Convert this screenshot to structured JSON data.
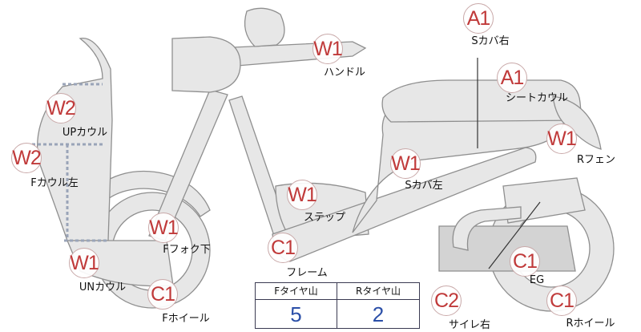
{
  "parts": [
    {
      "key": "s_cover_right",
      "code": "A1",
      "name": "Sカバ右"
    },
    {
      "key": "handle",
      "code": "W1",
      "name": "ハンドル"
    },
    {
      "key": "seat_cowl",
      "code": "A1",
      "name": "シートカウル"
    },
    {
      "key": "up_cowl",
      "code": "W2",
      "name": "UPカウル"
    },
    {
      "key": "r_fender",
      "code": "W1",
      "name": "Rフェン"
    },
    {
      "key": "f_cowl_left",
      "code": "W2",
      "name": "Fカウル左"
    },
    {
      "key": "s_cover_left",
      "code": "W1",
      "name": "Sカバ左"
    },
    {
      "key": "step",
      "code": "W1",
      "name": "ステップ"
    },
    {
      "key": "f_fork_lower",
      "code": "W1",
      "name": "Fフォク下"
    },
    {
      "key": "frame",
      "code": "C1",
      "name": "フレーム"
    },
    {
      "key": "un_cowl",
      "code": "W1",
      "name": "UNカウル"
    },
    {
      "key": "engine",
      "code": "C1",
      "name": "EG"
    },
    {
      "key": "f_wheel",
      "code": "C1",
      "name": "Fホイール"
    },
    {
      "key": "muffler_right",
      "code": "C2",
      "name": "サイレ右"
    },
    {
      "key": "r_wheel",
      "code": "C1",
      "name": "Rホイール"
    }
  ],
  "tread_table": {
    "headers": [
      "Fタイヤ山",
      "Rタイヤ山"
    ],
    "values": [
      "5",
      "2"
    ]
  },
  "colors": {
    "code_text": "#c03a3a",
    "tread_value": "#2b4fa8"
  }
}
